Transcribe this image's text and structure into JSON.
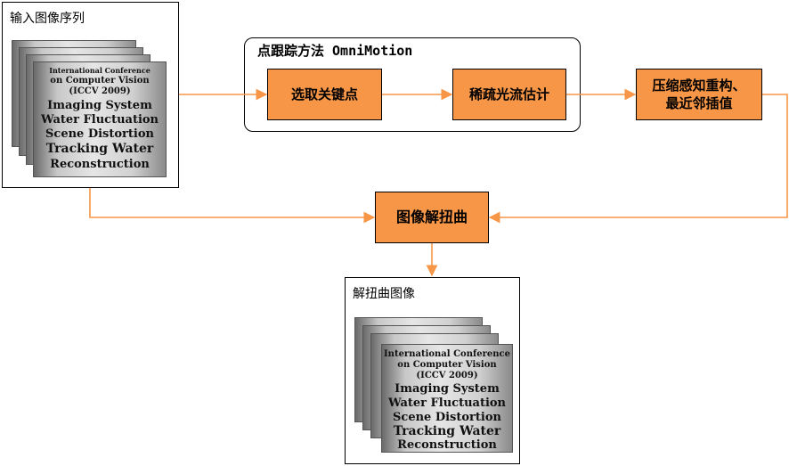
{
  "input_panel": {
    "title": "输入图像序列"
  },
  "output_panel": {
    "title": "解扭曲图像"
  },
  "tracking_group": {
    "title": "点跟踪方法 OmniMotion"
  },
  "nodes": {
    "select_keypoints": "选取关键点",
    "sparse_flow": "稀疏光流估计",
    "cs_reconstruction": "压缩感知重构、\n最近邻插值",
    "dewarp": "图像解扭曲"
  },
  "sample_image": {
    "lines": [
      "International Conference",
      "on Computer Vision",
      "(ICCV 2009)",
      "Imaging System",
      "Water Fluctuation",
      "Scene Distortion",
      "Tracking Water",
      "Reconstruction"
    ]
  },
  "colors": {
    "node_fill": "#f79646",
    "arrow": "#f79646",
    "border": "#000000"
  }
}
